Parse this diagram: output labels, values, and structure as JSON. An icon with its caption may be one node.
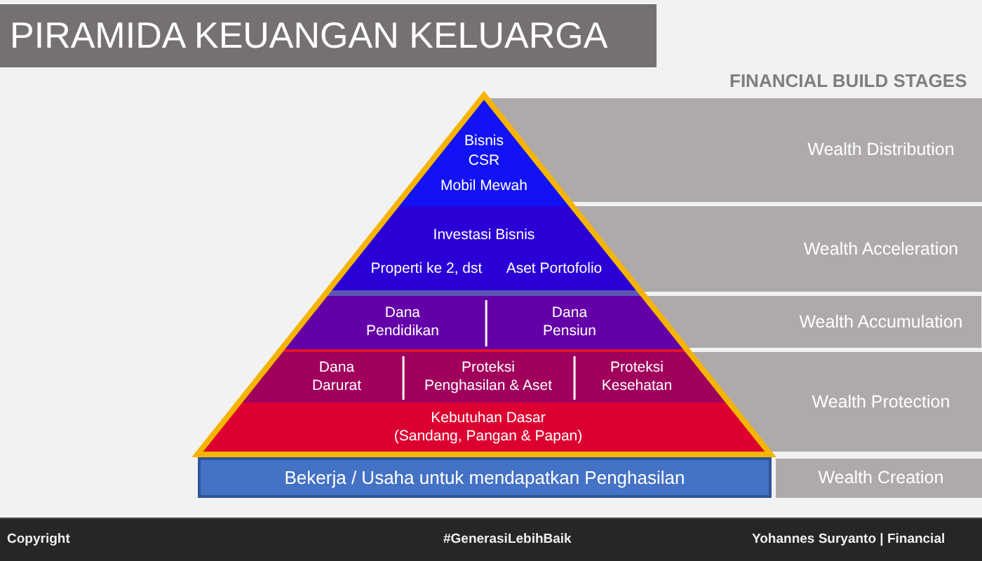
{
  "diagram": {
    "title": "PIRAMIDA KEUANGAN KELUARGA",
    "nodes": [
      {
        "text": [
          "Bisnis",
          "CSR",
          "Mobil Mewah"
        ]
      },
      {
        "text": [
          "Investasi Bisnis",
          "Properti ke 2, dst",
          "Aset Portofolio"
        ]
      },
      {
        "text": [
          "Dana Pendidikan",
          "Dana Pensiun"
        ]
      },
      {
        "text": [
          "Dana Darurat",
          "Proteksi Penghasilan & Aset",
          "Proteksi Kesehatan"
        ]
      },
      {
        "text": [
          "Kebutuhan Dasar (Sandang, Pangan & Papan)"
        ]
      },
      {
        "text": [
          "Bekerja / Usaha untuk mendapatkan Penghasilan"
        ]
      },
      {
        "text": [
          "Wealth Distribution"
        ]
      },
      {
        "text": [
          "Wealth Acceleration"
        ]
      },
      {
        "text": [
          "Wealth Accumulation"
        ]
      },
      {
        "text": [
          "Wealth Protection"
        ]
      },
      {
        "text": [
          "Wealth Creation"
        ]
      }
    ],
    "labels": [
      "FINANCIAL BUILD STAGES",
      "Copyright",
      "#GenerasiLebihBaik",
      "Yohannes Suryanto | Financial"
    ]
  }
}
